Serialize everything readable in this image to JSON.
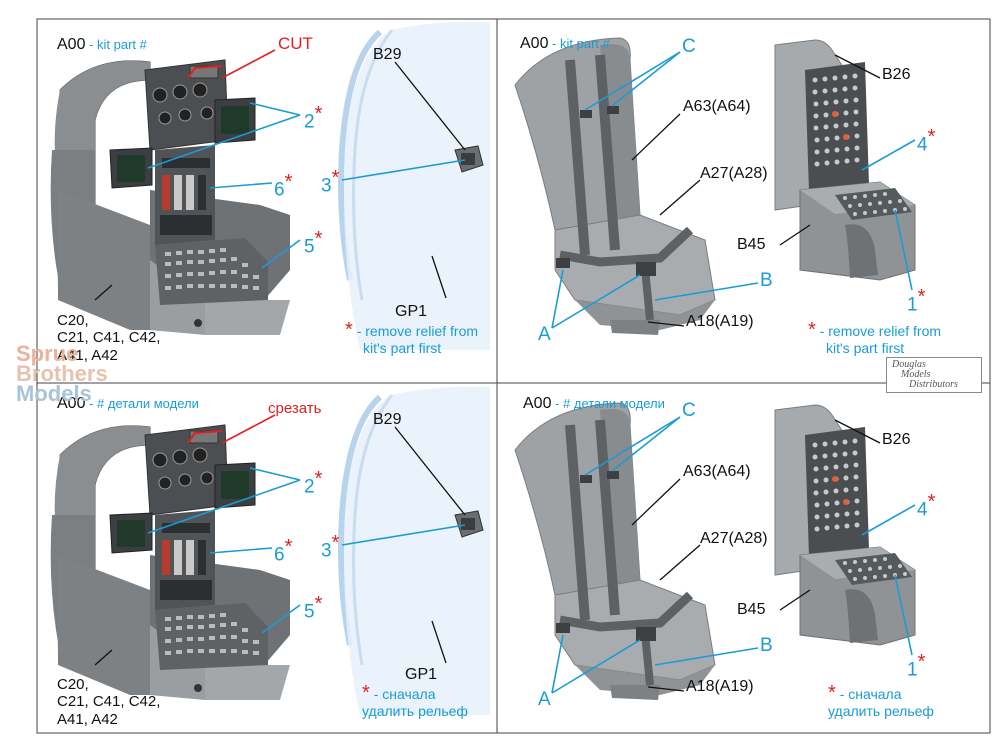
{
  "panels": [
    {
      "id": "tl",
      "header_code": "A00",
      "header_note": " - kit part #",
      "cut_label": "CUT",
      "callouts": {
        "num2": "2",
        "num6": "6",
        "num5": "5",
        "num3": "3",
        "b29": "B29",
        "gp1": "GP1"
      },
      "body_parts": [
        "C20,",
        "C21, C41, C42,",
        "A41, A42"
      ],
      "footnote": [
        "- remove relief from",
        "kit's part first"
      ]
    },
    {
      "id": "tr",
      "header_code": "A00",
      "header_note": " - kit part #",
      "callouts": {
        "c": "C",
        "a63": "A63(A64)",
        "a27": "A27(A28)",
        "b": "B",
        "a": "A",
        "a18": "A18(A19)",
        "b26": "B26",
        "b45": "B45",
        "num4": "4",
        "num1": "1"
      },
      "footnote": [
        "- remove relief from",
        "kit's part first"
      ]
    },
    {
      "id": "bl",
      "header_code": "A00",
      "header_note": " - # детали модели",
      "cut_label": "срезать",
      "callouts": {
        "num2": "2",
        "num6": "6",
        "num5": "5",
        "num3": "3",
        "b29": "B29",
        "gp1": "GP1"
      },
      "body_parts": [
        "C20,",
        "C21, C41, C42,",
        "A41, A42"
      ],
      "footnote": [
        "- сначала",
        "удалить рельеф"
      ]
    },
    {
      "id": "br",
      "header_code": "A00",
      "header_note": " - # детали модели",
      "callouts": {
        "c": "C",
        "a63": "A63(A64)",
        "a27": "A27(A28)",
        "b": "B",
        "a": "A",
        "a18": "A18(A19)",
        "b26": "B26",
        "b45": "B45",
        "num4": "4",
        "num1": "1"
      },
      "footnote": [
        "- сначала",
        "удалить рельеф"
      ]
    }
  ],
  "asterisk": "*",
  "watermark_left": [
    "Sprue",
    "Brothers",
    "Models"
  ],
  "watermark_right": [
    "Douglas",
    "Models",
    "Distributors"
  ],
  "colors": {
    "callout": "#1a9bd7",
    "cut": "#e02020",
    "asterisk": "#e02020",
    "frame": "#444444",
    "part_grey": "#8f9396"
  }
}
